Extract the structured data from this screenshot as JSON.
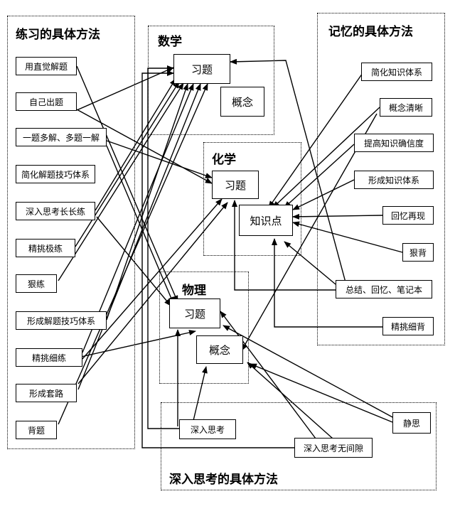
{
  "groups": {
    "practice": "练习的具体方法",
    "math": "数学",
    "chem": "化学",
    "memory": "记忆的具体方法",
    "physics": "物理",
    "think": "深入思考的具体方法"
  },
  "practice": {
    "intuitive": "用直觉解题",
    "self_question": "自己出题",
    "multi": "一题多解、多题一解",
    "simplify": "简化解题技巧体系",
    "deep_long": "深入思考长长练",
    "selective": "精挑极练",
    "hard": "狠练",
    "form_system": "形成解题技巧体系",
    "fine": "精挑细练",
    "routine": "形成套路",
    "recite": "背题"
  },
  "math": {
    "exercise": "习题",
    "concept": "概念"
  },
  "chem": {
    "exercise": "习题",
    "knowledge": "知识点"
  },
  "physics": {
    "exercise": "习题",
    "concept": "概念"
  },
  "memory": {
    "simplify_sys": "简化知识体系",
    "clear_concept": "概念清晰",
    "accuracy": "提高知识确信度",
    "form_sys": "形成知识体系",
    "recall": "回忆再现",
    "hard_recite": "狠背",
    "summary": "总结、回忆、笔记本",
    "fine_recite": "精挑细背"
  },
  "think": {
    "deep": "深入思考",
    "deep_nogap": "深入思考无间隙",
    "quiet": "静思"
  }
}
